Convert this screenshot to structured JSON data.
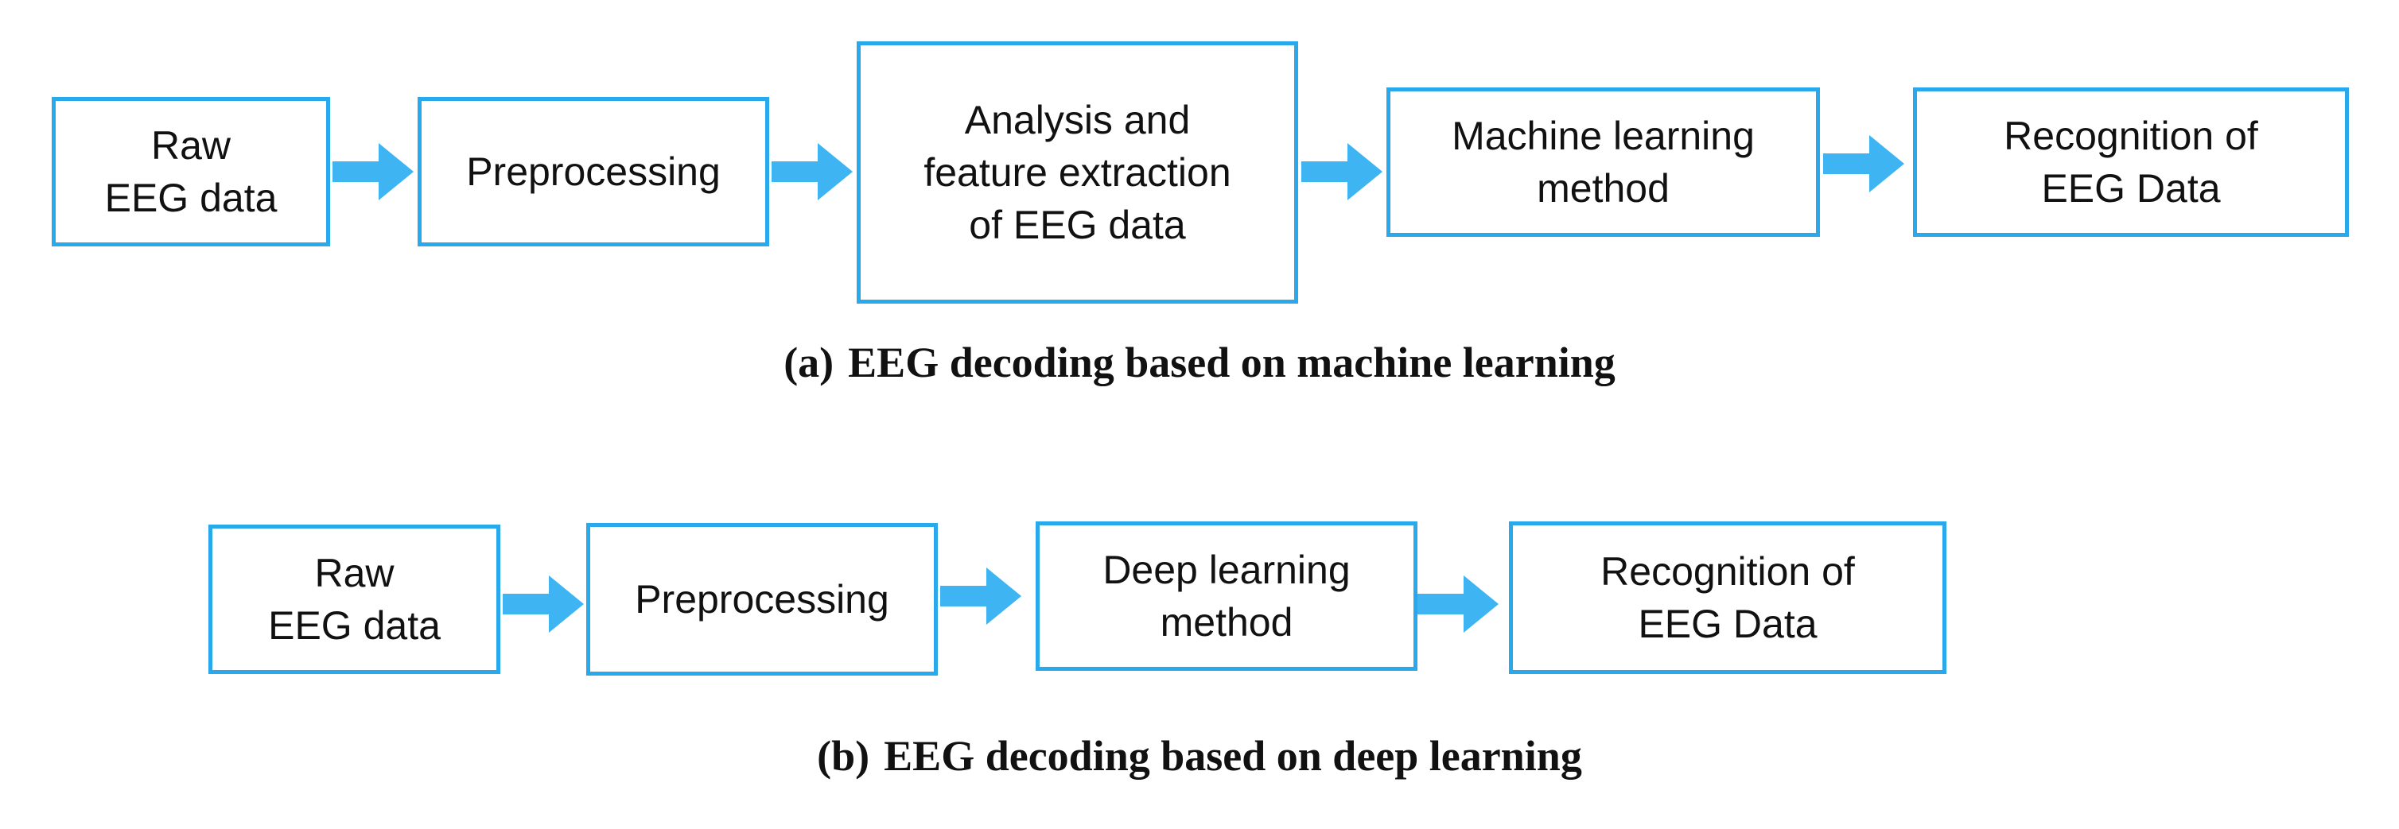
{
  "colors": {
    "box_border": "#29a9ec",
    "arrow_fill": "#3fb4f2",
    "text": "#111111"
  },
  "diagram_a": {
    "boxes": [
      {
        "lines": [
          "Raw",
          "EEG data"
        ]
      },
      {
        "lines": [
          "Preprocessing"
        ]
      },
      {
        "lines": [
          "Analysis and",
          "feature extraction",
          "of EEG data"
        ]
      },
      {
        "lines": [
          "Machine learning",
          "method"
        ]
      },
      {
        "lines": [
          "Recognition of",
          "EEG Data"
        ]
      }
    ],
    "caption": {
      "tag": "(a)",
      "text": "EEG decoding based on machine learning"
    }
  },
  "diagram_b": {
    "boxes": [
      {
        "lines": [
          "Raw",
          "EEG data"
        ]
      },
      {
        "lines": [
          "Preprocessing"
        ]
      },
      {
        "lines": [
          "Deep learning",
          "method"
        ]
      },
      {
        "lines": [
          "Recognition of",
          "EEG Data"
        ]
      }
    ],
    "caption": {
      "tag": "(b)",
      "text": "EEG decoding based on deep learning"
    }
  }
}
